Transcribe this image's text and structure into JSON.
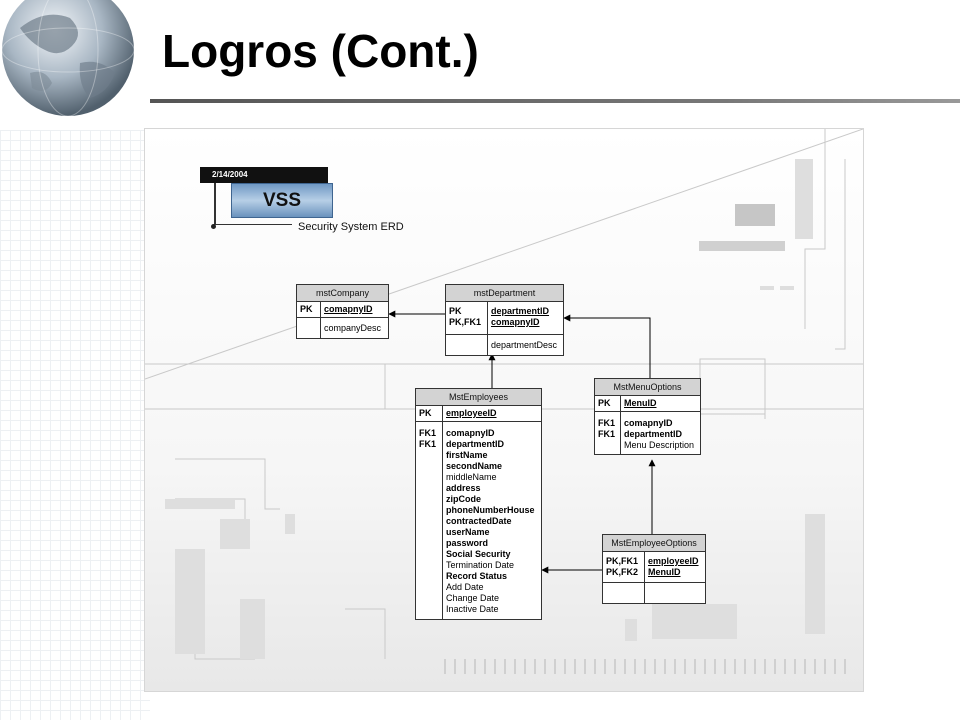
{
  "slide": {
    "title": "Logros (Cont.)"
  },
  "badge": {
    "date": "2/14/2004",
    "name": "VSS",
    "caption": "Security System ERD"
  },
  "colors": {
    "header_fill": "#d3d3d3",
    "badge_blue": "#6f98c4",
    "line": "#000000"
  },
  "tables": {
    "mstCompany": {
      "name": "mstCompany",
      "keys": [
        {
          "key": "PK",
          "col": "comapnyID"
        }
      ],
      "attrs": [
        "companyDesc"
      ]
    },
    "mstDepartment": {
      "name": "mstDepartment",
      "keys": [
        {
          "key": "PK",
          "col": "departmentID"
        },
        {
          "key": "PK,FK1",
          "col": "comapnyID"
        }
      ],
      "attrs": [
        "departmentDesc"
      ]
    },
    "MstEmployees": {
      "name": "MstEmployees",
      "keys": [
        {
          "key": "PK",
          "col": "employeeID"
        }
      ],
      "fk_keys": [
        "FK1",
        "FK1"
      ],
      "attrs": [
        {
          "col": "comapnyID",
          "bold": true
        },
        {
          "col": "departmentID",
          "bold": true
        },
        {
          "col": "firstName",
          "bold": true
        },
        {
          "col": "secondName",
          "bold": true
        },
        {
          "col": "middleName",
          "bold": false
        },
        {
          "col": "address",
          "bold": true
        },
        {
          "col": "zipCode",
          "bold": true
        },
        {
          "col": "phoneNumberHouse",
          "bold": true
        },
        {
          "col": "contractedDate",
          "bold": true
        },
        {
          "col": "userName",
          "bold": true
        },
        {
          "col": "password",
          "bold": true
        },
        {
          "col": "Social Security",
          "bold": true
        },
        {
          "col": "Termination Date",
          "bold": false
        },
        {
          "col": "Record Status",
          "bold": true
        },
        {
          "col": "Add Date",
          "bold": false
        },
        {
          "col": "Change Date",
          "bold": false
        },
        {
          "col": "Inactive Date",
          "bold": false
        }
      ]
    },
    "MstMenuOptions": {
      "name": "MstMenuOptions",
      "keys": [
        {
          "key": "PK",
          "col": "MenuID"
        }
      ],
      "fk_keys": [
        "FK1",
        "FK1"
      ],
      "attrs": [
        {
          "col": "comapnyID",
          "bold": true
        },
        {
          "col": "departmentID",
          "bold": true
        },
        {
          "col": "Menu Description",
          "bold": false
        }
      ]
    },
    "MstEmployeeOptions": {
      "name": "MstEmployeeOptions",
      "keys": [
        {
          "key": "PK,FK1",
          "col": "employeeID"
        },
        {
          "key": "PK,FK2",
          "col": "MenuID"
        }
      ],
      "attrs": []
    }
  },
  "relationships": [
    {
      "from": "mstDepartment",
      "to": "mstCompany"
    },
    {
      "from": "MstEmployees",
      "to": "mstDepartment"
    },
    {
      "from": "MstMenuOptions",
      "to": "mstDepartment"
    },
    {
      "from": "MstEmployeeOptions",
      "to": "MstMenuOptions"
    },
    {
      "from": "MstEmployeeOptions",
      "to": "MstEmployees"
    }
  ]
}
